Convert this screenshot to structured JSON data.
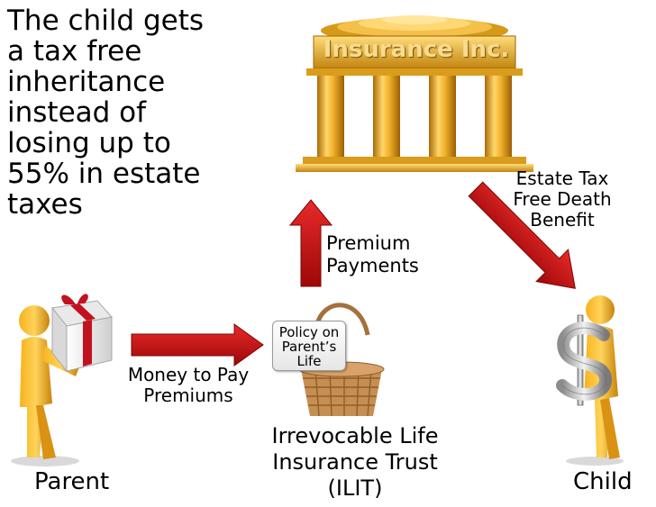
{
  "headline": "The child gets\na tax free\ninheritance\ninstead of\nlosing up to\n55% in estate\ntaxes",
  "insurer": {
    "sign": "Insurance Inc."
  },
  "flows": {
    "premium": "Premium\nPayments",
    "death_benefit": "Estate Tax\nFree Death\nBenefit",
    "money": "Money to Pay\nPremiums"
  },
  "trust": {
    "card": "Policy on\nParent’s\nLife",
    "name": "Irrevocable Life\nInsurance Trust\n(ILIT)"
  },
  "people": {
    "parent": "Parent",
    "child": "Child"
  },
  "colors": {
    "gold": "#e7a51b",
    "gold_dark": "#b77a0d",
    "arrow_red": "#c50f0f",
    "gift_ribbon": "#c1121f",
    "basket": "#c68f52"
  },
  "icons": [
    "bank-building-icon",
    "gift-box-icon",
    "dollar-sign-icon",
    "basket-icon"
  ]
}
